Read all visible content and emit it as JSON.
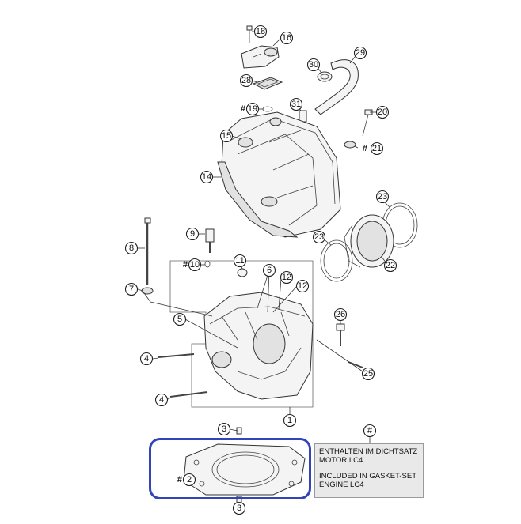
{
  "diagram": {
    "callouts": [
      {
        "id": "c1",
        "num": "1",
        "hash": false
      },
      {
        "id": "c2",
        "num": "2",
        "hash": true
      },
      {
        "id": "c3a",
        "num": "3",
        "hash": false
      },
      {
        "id": "c3b",
        "num": "3",
        "hash": false
      },
      {
        "id": "c4a",
        "num": "4",
        "hash": false
      },
      {
        "id": "c4b",
        "num": "4",
        "hash": false
      },
      {
        "id": "c5",
        "num": "5",
        "hash": false
      },
      {
        "id": "c6",
        "num": "6",
        "hash": false
      },
      {
        "id": "c7",
        "num": "7",
        "hash": false
      },
      {
        "id": "c8",
        "num": "8",
        "hash": false
      },
      {
        "id": "c9",
        "num": "9",
        "hash": false
      },
      {
        "id": "c10",
        "num": "10",
        "hash": true
      },
      {
        "id": "c11",
        "num": "11",
        "hash": false
      },
      {
        "id": "c12a",
        "num": "12",
        "hash": false
      },
      {
        "id": "c12b",
        "num": "12",
        "hash": false
      },
      {
        "id": "c14",
        "num": "14",
        "hash": false
      },
      {
        "id": "c15",
        "num": "15",
        "hash": false
      },
      {
        "id": "c16",
        "num": "16",
        "hash": false
      },
      {
        "id": "c18",
        "num": "18",
        "hash": false
      },
      {
        "id": "c19",
        "num": "19",
        "hash": true
      },
      {
        "id": "c20",
        "num": "20",
        "hash": false
      },
      {
        "id": "c21",
        "num": "21",
        "hash": true
      },
      {
        "id": "c22",
        "num": "22",
        "hash": false
      },
      {
        "id": "c23a",
        "num": "23",
        "hash": false
      },
      {
        "id": "c23b",
        "num": "23",
        "hash": false
      },
      {
        "id": "c25",
        "num": "25",
        "hash": false
      },
      {
        "id": "c26",
        "num": "26",
        "hash": false
      },
      {
        "id": "c28",
        "num": "28",
        "hash": false
      },
      {
        "id": "c29",
        "num": "29",
        "hash": false
      },
      {
        "id": "c30",
        "num": "30",
        "hash": false
      },
      {
        "id": "c31",
        "num": "31",
        "hash": false
      },
      {
        "id": "chash",
        "num": "#",
        "hash": false
      }
    ],
    "hash_symbol": "#",
    "note": {
      "line1": "ENTHALTEN IM DICHTSATZ",
      "line2": "MOTOR LC4",
      "line3": "INCLUDED IN GASKET-SET",
      "line4": "ENGINE LC4"
    },
    "highlight_color": "#3344bb"
  }
}
